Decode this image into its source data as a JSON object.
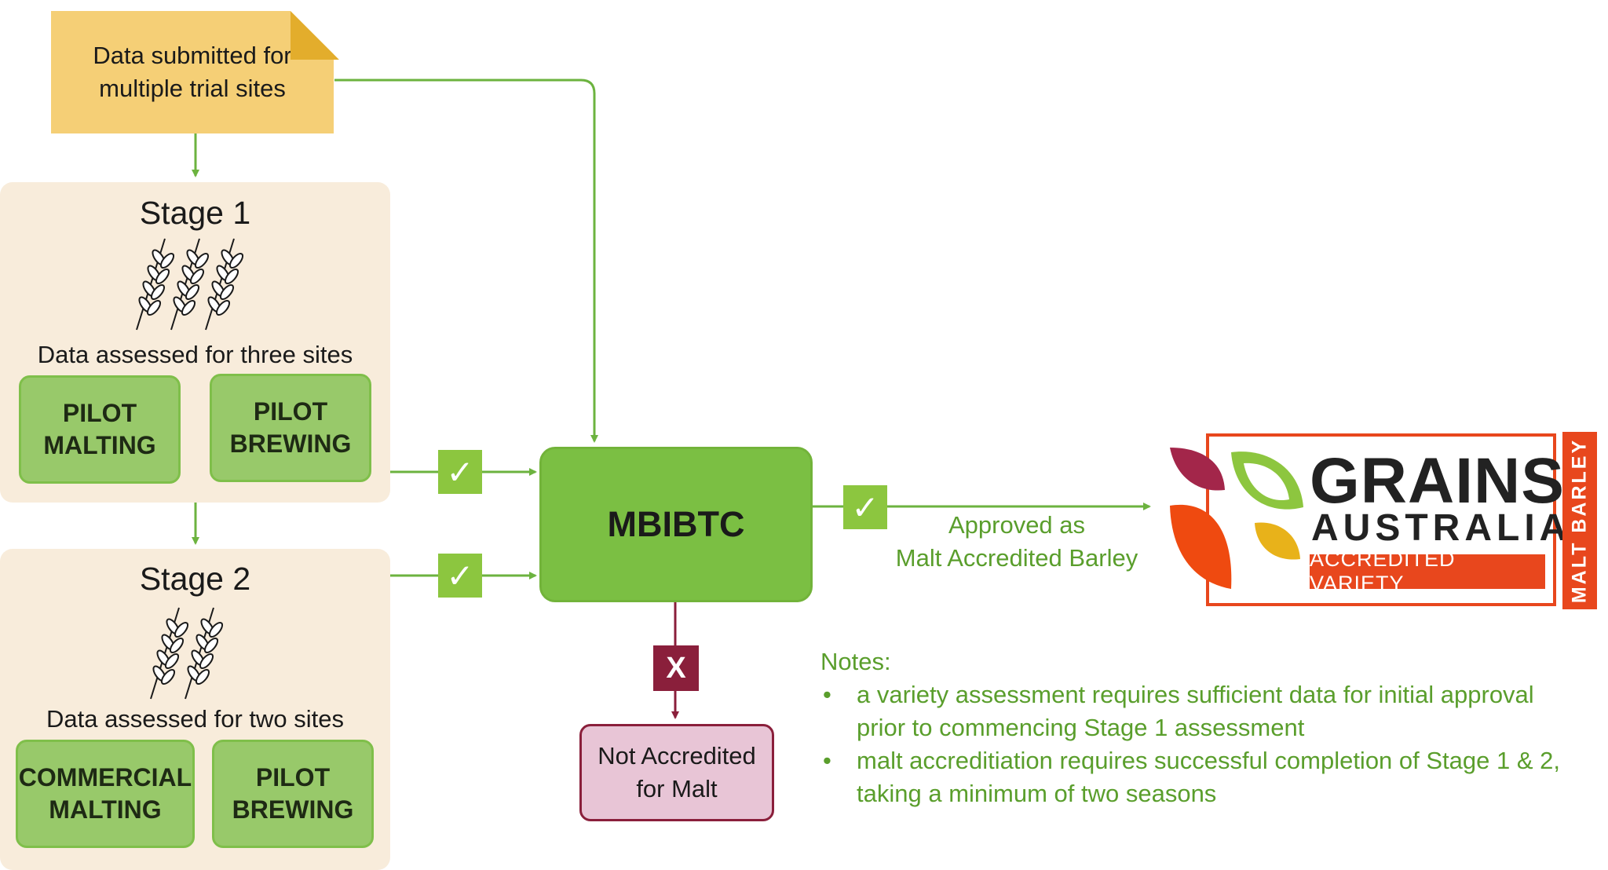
{
  "submitted": {
    "text": "Data submitted for multiple trial sites"
  },
  "stage1": {
    "title": "Stage 1",
    "subtitle": "Data assessed for three sites",
    "boxes": [
      "PILOT\nMALTING",
      "PILOT\nBREWING"
    ]
  },
  "stage2": {
    "title": "Stage 2",
    "subtitle": "Data assessed for two sites",
    "boxes": [
      "COMMERCIAL\nMALTING",
      "PILOT\nBREWING"
    ]
  },
  "center": {
    "label": "MBIBTC"
  },
  "check_symbol": "✓",
  "reject": {
    "symbol": "X",
    "label": "Not Accredited\nfor Malt"
  },
  "approved": {
    "text": "Approved as\nMalt Accredited Barley"
  },
  "notes": {
    "title": "Notes:",
    "items": [
      "a variety assessment requires sufficient data for initial approval prior to commencing Stage 1 assessment",
      "malt accreditiation requires successful completion of Stage 1 & 2, taking a minimum of two seasons"
    ]
  },
  "logo": {
    "line1": "GRAINS",
    "line2": "AUSTRALIA",
    "badge": "ACCREDITED VARIETY",
    "side": "MALT BARLEY"
  },
  "colors": {
    "green_line": "#6cb33f",
    "check_green": "#8cc63f",
    "box_green": "#98c96a",
    "center_green": "#7bbf43",
    "note_yellow": "#f5cf76",
    "stage_bg": "#f8ecdb",
    "reject_maroon": "#8a1f3b",
    "reject_pink": "#e8c5d6",
    "notes_green": "#5a9e2c",
    "logo_orange": "#e8471d",
    "leaf_maroon": "#a3264a",
    "leaf_orange": "#ef4a10",
    "leaf_green": "#8dc63f",
    "leaf_gold": "#e8b21a"
  },
  "icons": [
    "wheat-icon",
    "check-icon",
    "cross-icon",
    "bullet-icon"
  ]
}
